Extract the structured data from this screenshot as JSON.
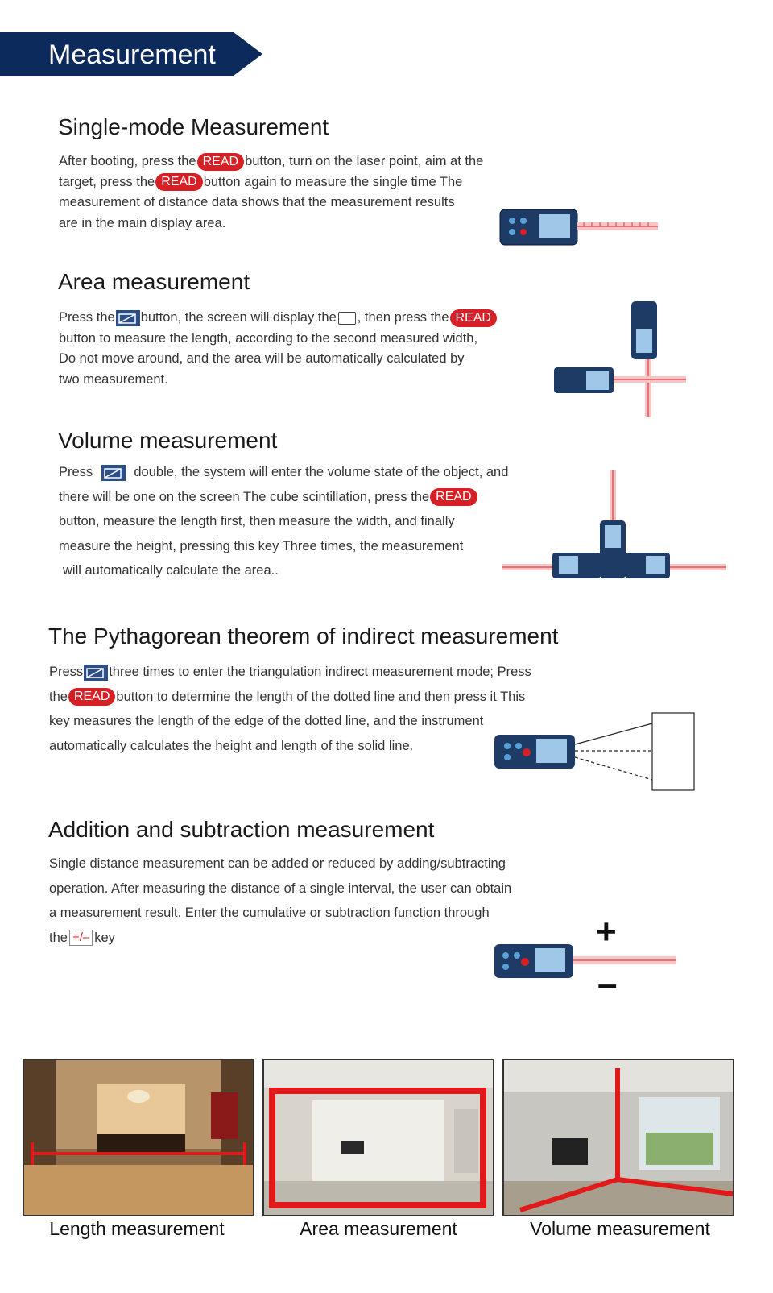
{
  "banner": {
    "title": "Measurement",
    "color": "#0d2a5c"
  },
  "buttons": {
    "read": "READ",
    "plus_minus": "+/–"
  },
  "single": {
    "title": "Single-mode Measurement",
    "l1a": "After booting, press the",
    "l1b": "button, turn on the laser point, aim at the",
    "l2a": "target, press the",
    "l2b": "button again to measure the single time The",
    "l3": "measurement of distance data shows that the measurement results",
    "l4": "are in the main display area."
  },
  "area": {
    "title": "Area measurement",
    "l1a": "Press the",
    "l1b": "button, the screen will display the",
    "l1c": ", then press the",
    "l2": "button to measure the length, according to the second measured width,",
    "l3": "Do not move around, and the area will be automatically calculated by",
    "l4": "two measurement."
  },
  "volume": {
    "title": "Volume measurement",
    "l1a": "Press",
    "l1b": "double, the system will enter the volume state of the object, and",
    "l2a": "there will be one on the screen The cube scintillation, press the",
    "l3": "button, measure the length first, then measure the width, and finally",
    "l4": "measure the height, pressing this key Three times, the measurement",
    "l5": "will automatically calculate the area.."
  },
  "pyth": {
    "title": "The Pythagorean theorem of indirect measurement",
    "l1a": "Press",
    "l1b": "three times to enter the triangulation indirect measurement mode; Press",
    "l2a": "the",
    "l2b": "button to determine the length of the dotted line and then press it This",
    "l3": "key measures the length of the edge of the dotted line, and the instrument",
    "l4": "automatically calculates the height and length of the solid line."
  },
  "addsub": {
    "title": "Addition and subtraction measurement",
    "l1": "Single distance measurement can be added or reduced by adding/subtracting",
    "l2": "operation. After measuring the distance of a single interval, the user can obtain",
    "l3": "a measurement result. Enter the cumulative or subtraction function through",
    "l4a": "the",
    "l4b": "key",
    "plus": "+",
    "minus": "–"
  },
  "captions": [
    "Length measurement",
    "Area measurement",
    "Volume measurement"
  ],
  "colors": {
    "laser": "#d71f26",
    "device_body": "#1e3b66",
    "device_screen": "#9fc8e8"
  }
}
